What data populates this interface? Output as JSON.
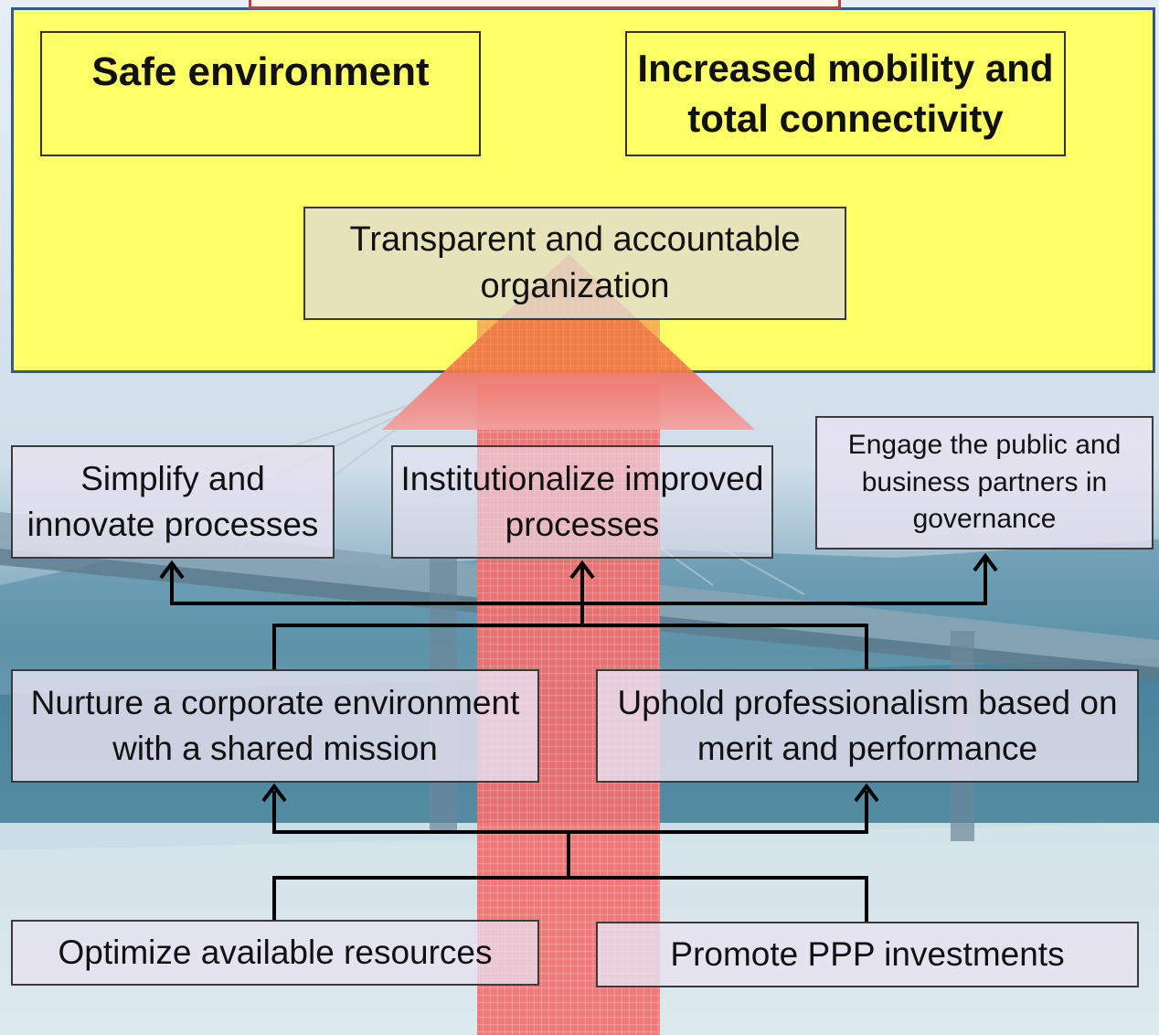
{
  "top_panel": {
    "safe_environment": "Safe environment",
    "mobility": "Increased mobility and\ntotal connectivity",
    "transparent": "Transparent and accountable\norganization"
  },
  "middle_row": {
    "simplify": "Simplify and\ninnovate processes",
    "institutionalize": "Institutionalize improved\nprocesses",
    "engage": "Engage the public and\nbusiness partners in\ngovernance"
  },
  "people_row": {
    "nurture": "Nurture a corporate environment\nwith a shared mission",
    "uphold": "Uphold professionalism based on\nmerit and performance"
  },
  "resource_row": {
    "optimize": "Optimize available resources",
    "promote": "Promote PPP investments"
  },
  "colors": {
    "panel_yellow": "#ffff66",
    "panel_border": "#2f5a8a",
    "arrow_red": "#f07070",
    "box_lavender": "#e8e2f0"
  }
}
